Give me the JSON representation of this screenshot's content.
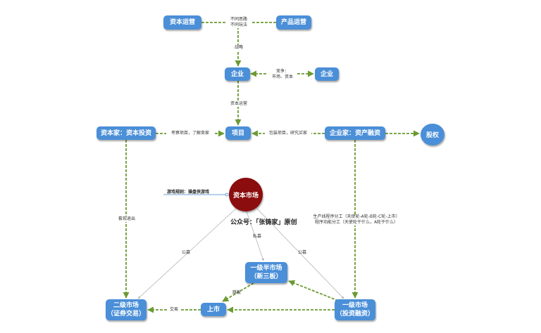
{
  "nodes": {
    "capital_ops": "资本运营",
    "product_ops": "产品运营",
    "enterprise": "企业",
    "enterprise_rival": "企业",
    "capitalist": "资本家：资本投资",
    "project": "项目",
    "entrepreneur": "企业家：资产融资",
    "equity": "股权",
    "capital_market": "资本市场",
    "secondary_market": "二级市场\n（证券交易）",
    "listing": "上市",
    "semi_primary_market": "一级半市场\n（新三板）",
    "primary_market": "一级市场\n（投资融资）"
  },
  "edge_labels": {
    "ops_link": "不同思路\n不同玩法",
    "strategy": "战略",
    "competition": "竞争：\n市场、资本",
    "capital_ops_link": "资本运营",
    "inspect_project": "考察项目，了解卖家",
    "create_project": "包装项目，研究买家",
    "exit": "套现退出",
    "division_of_labor": "生产线程序分工（天使轮-A轮-B轮-C轮-上市）\n程序功能分工（天使轮干什么，A轮干什么）",
    "public_offering_left": "公募",
    "private_placement": "私募",
    "public_offering_right": "公募",
    "jump_board": "跳板",
    "trade": "交易"
  },
  "annotations": {
    "game_rule": "游戏规则：操盘侠游戏",
    "credit": "公众号：「张铸家」原创"
  },
  "colors": {
    "node_blue": "#4a8fd8",
    "edge_green": "#6b9a32",
    "capital_red": "#8b0d0d",
    "thin_gray": "#aaaaaa",
    "rule_line_blue": "#3f7fc4"
  }
}
